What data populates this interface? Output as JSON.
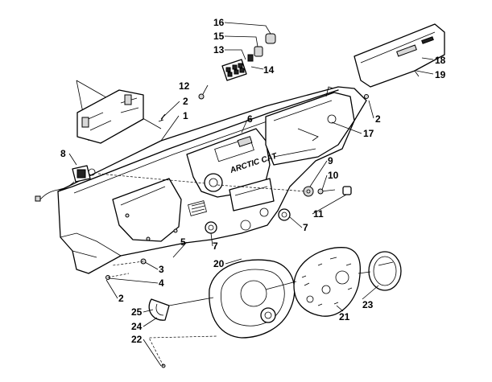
{
  "diagram": {
    "brand_text": "ARCTIC CAT",
    "callouts": [
      "16",
      "15",
      "13",
      "14",
      "12",
      "2",
      "1",
      "6",
      "8",
      "18",
      "19",
      "2",
      "17",
      "9",
      "10",
      "11",
      "7",
      "7",
      "5",
      "20",
      "3",
      "4",
      "2",
      "25",
      "24",
      "22",
      "23",
      "21"
    ]
  }
}
